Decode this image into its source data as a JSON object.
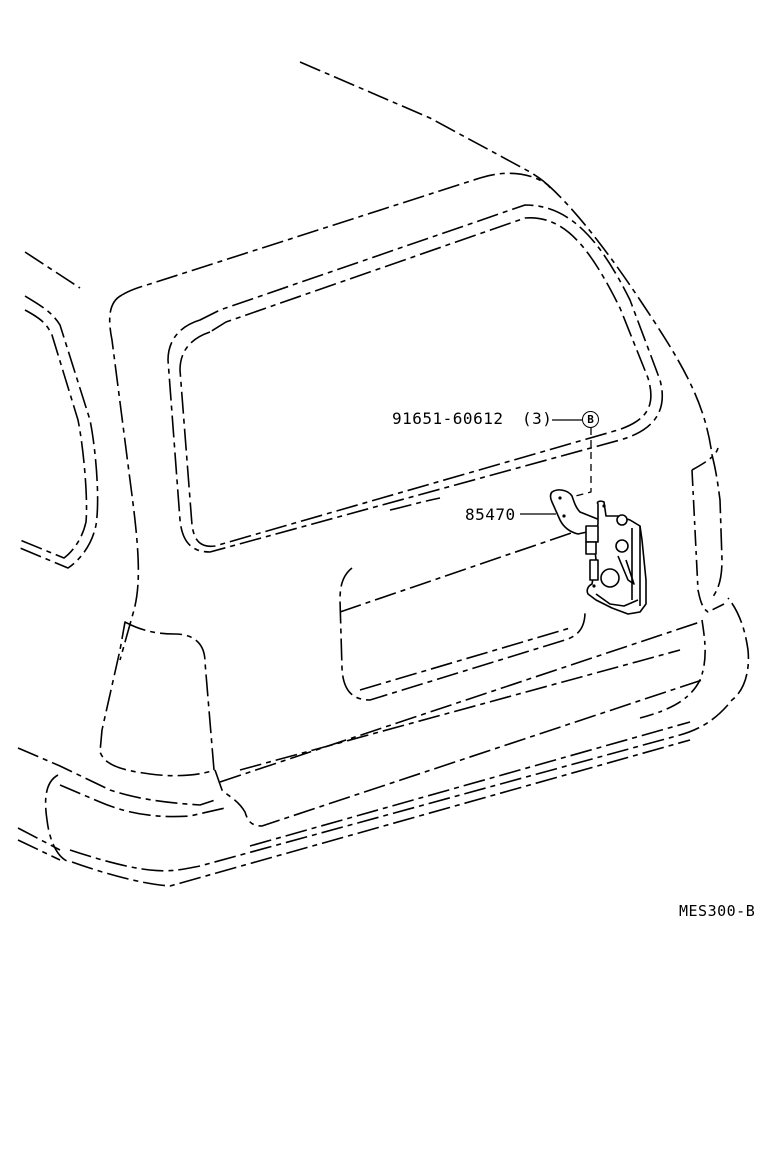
{
  "diagram": {
    "type": "parts-illustration",
    "subject": "rear hatch / back door with lock actuator",
    "line_color": "#000000",
    "background_color": "#ffffff"
  },
  "callouts": {
    "bolt": {
      "part_number": "91651-60612",
      "quantity": "(3)",
      "reference_symbol": "B"
    },
    "actuator": {
      "part_number": "85470"
    }
  },
  "figure_code": "MES300-B"
}
